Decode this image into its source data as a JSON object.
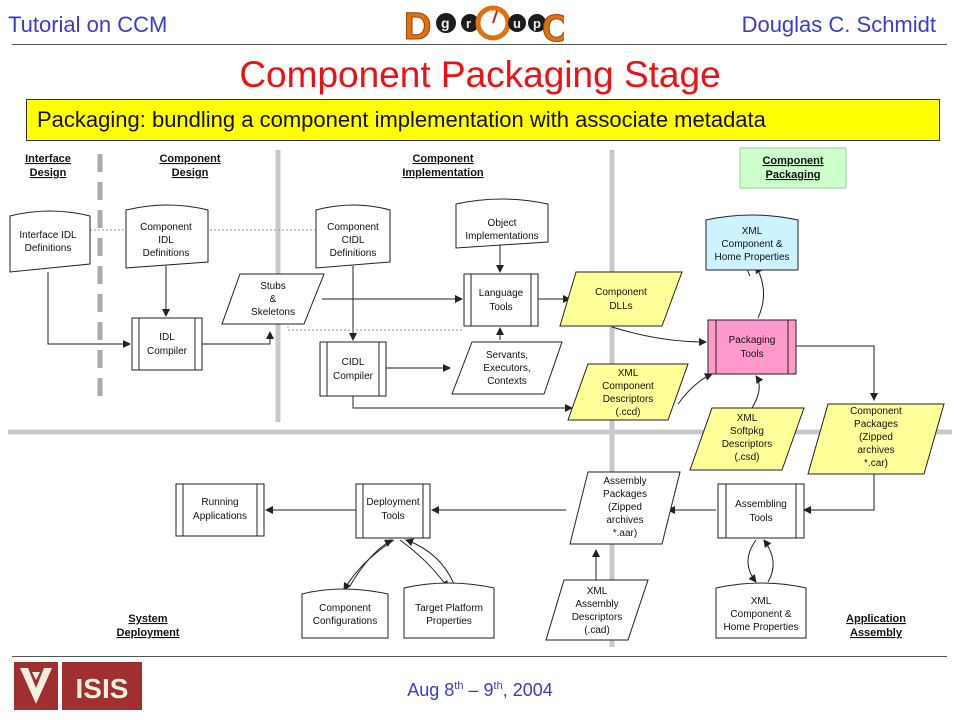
{
  "header": {
    "left": "Tutorial on CCM",
    "right": "Douglas C. Schmidt",
    "logo_letters": [
      "D",
      "g",
      "r",
      "u",
      "p",
      "C"
    ]
  },
  "title": "Component Packaging Stage",
  "banner": "Packaging: bundling a component implementation with associate metadata",
  "stages": {
    "interface_design": [
      "Interface",
      "Design"
    ],
    "component_design": [
      "Component",
      "Design"
    ],
    "component_implementation": [
      "Component",
      "Implementation"
    ],
    "component_packaging": [
      "Component",
      "Packaging"
    ],
    "system_deployment": [
      "System",
      "Deployment"
    ],
    "application_assembly": [
      "Application",
      "Assembly"
    ]
  },
  "nodes": {
    "interface_idl": [
      "Interface IDL",
      "Definitions"
    ],
    "component_idl": [
      "Component",
      "IDL",
      "Definitions"
    ],
    "idl_compiler": [
      "IDL",
      "Compiler"
    ],
    "stubs": [
      "Stubs",
      "&",
      "Skeletons"
    ],
    "component_cidl": [
      "Component",
      "CIDL",
      "Definitions"
    ],
    "cidl_compiler": [
      "CIDL",
      "Compiler"
    ],
    "object_impl": [
      "Object",
      "Implementations"
    ],
    "language_tools": [
      "Language",
      "Tools"
    ],
    "servants": [
      "Servants,",
      "Executors,",
      "Contexts"
    ],
    "component_dlls": [
      "Component",
      "DLLs"
    ],
    "xml_ccd": [
      "XML",
      "Component",
      "Descriptors",
      "(.ccd)"
    ],
    "xml_props_top": [
      "XML",
      "Component &",
      "Home Properties"
    ],
    "packaging_tools": [
      "Packaging",
      "Tools"
    ],
    "xml_csd": [
      "XML",
      "Softpkg",
      "Descriptors",
      "(.csd)"
    ],
    "component_packages": [
      "Component",
      "Packages",
      "(Zipped",
      "archives",
      "*.car)"
    ],
    "assembling_tools": [
      "Assembling",
      "Tools"
    ],
    "xml_props_bottom": [
      "XML",
      "Component &",
      "Home Properties"
    ],
    "assembly_packages": [
      "Assembly",
      "Packages",
      "(Zipped",
      "archives",
      "*.aar)"
    ],
    "xml_cad": [
      "XML",
      "Assembly",
      "Descriptors",
      "(.cad)"
    ],
    "deployment_tools": [
      "Deployment",
      "Tools"
    ],
    "running_apps": [
      "Running",
      "Applications"
    ],
    "component_configs": [
      "Component",
      "Configurations"
    ],
    "target_platform": [
      "Target Platform",
      "Properties"
    ]
  },
  "footer": {
    "date_pre": "Aug 8",
    "date_sup1": "th",
    "date_mid": " – 9",
    "date_sup2": "th",
    "date_post": ", 2004",
    "logo_text": "ISIS"
  },
  "colors": {
    "header_text": "#3b3bd0",
    "title": "#ee1111",
    "banner": "#ffff00",
    "yellow_node": "#ffff99",
    "pink_node": "#ff99cc",
    "cyan_node": "#ccf3ff",
    "green_label": "#ccffcc",
    "logo_red": "#a03030"
  }
}
